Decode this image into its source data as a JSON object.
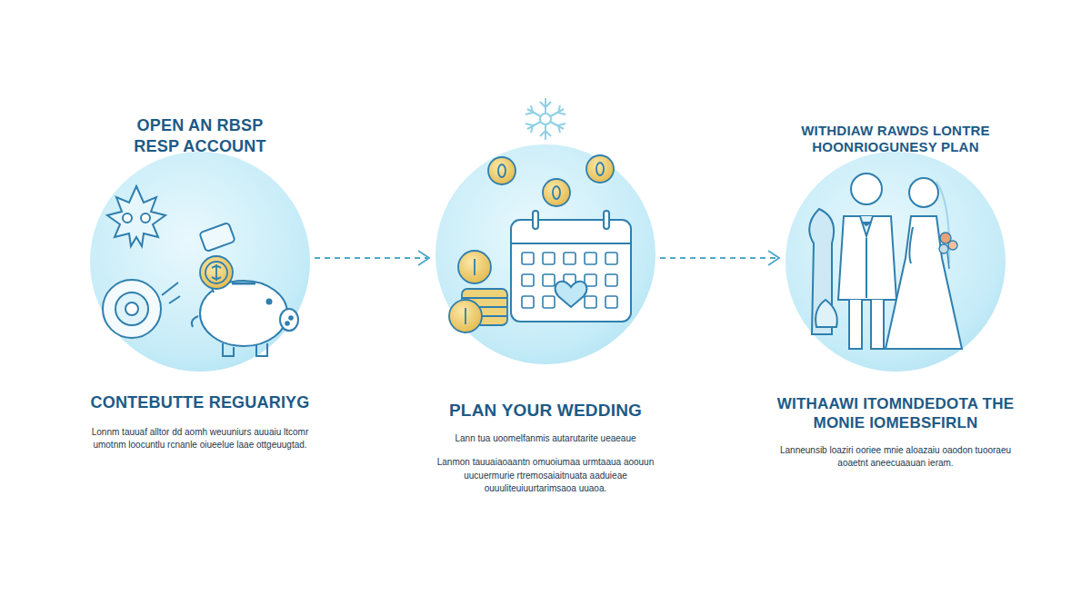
{
  "diagram": {
    "nodes": [
      {
        "text": [
          "OPEN AN RBSP RESP ACCOUNT",
          "CONTEBUTTE REGUARIYG",
          "Lonnm tauuaf alltor dd aomh weuuniurs auuaiu ltcomr umotnm loocuntlu rcnanle oiueelue laae ottgeuugtad."
        ]
      },
      {
        "text": [
          "PLAN YOUR WEDDING",
          "Lann tua uoomelfanmis autarutarite ueaeaue",
          "Lanmon tauuaiaoaantn omuoiumaa urmtaaua aoouun uucuermurie rtremosaiaitnuata aaduieae ouuuliteuiuurtarimsaoa uuaoa."
        ]
      },
      {
        "text": [
          "WITHDIAW RAWDS LONTRE HOONRIOGUNESY PLAN",
          "WITHAAWI ITOMNDEDOTA THE MONIE IOMEBSFIRLN",
          "Lanneunsib loaziri ooriee mnie aloazaiu oaodon tuooraeu aoaetnt aneecuaauan ieram."
        ]
      }
    ],
    "edges": [
      {
        "from": 0,
        "to": 1,
        "arrow": "to"
      },
      {
        "from": 1,
        "to": 2,
        "arrow": "to"
      }
    ]
  }
}
